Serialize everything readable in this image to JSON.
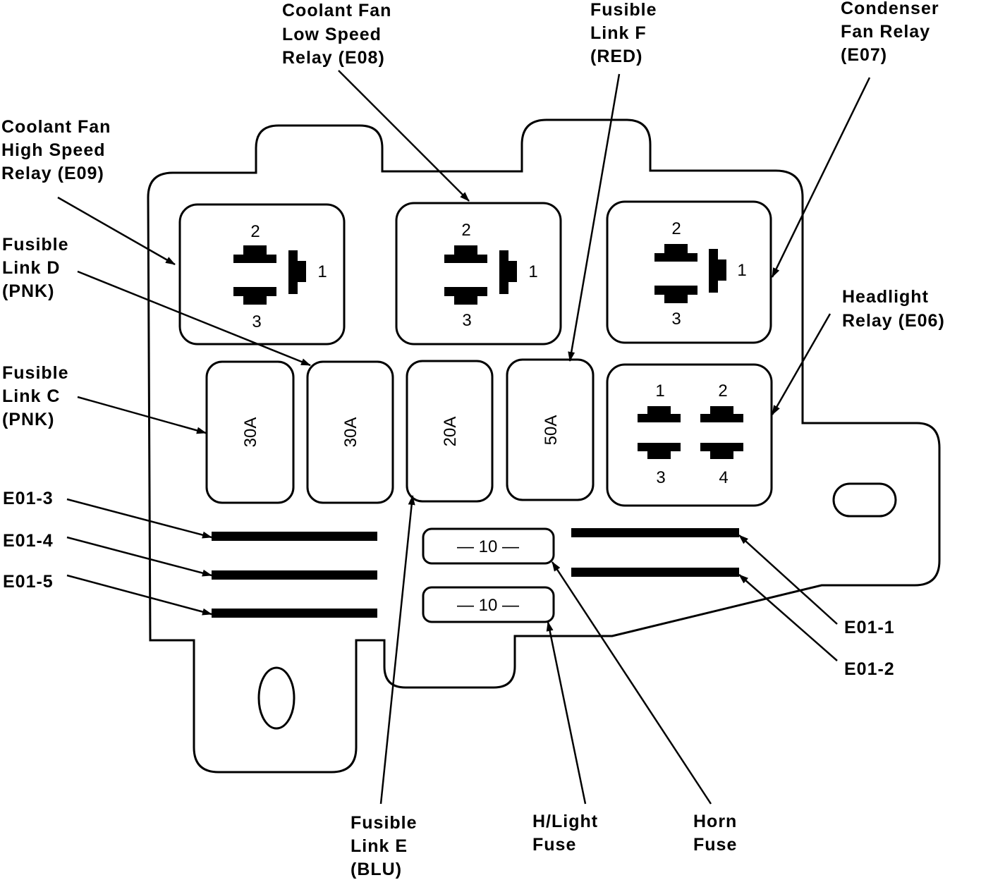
{
  "callouts": {
    "coolant_fan_low": [
      "Coolant Fan",
      "Low Speed",
      "Relay (E08)"
    ],
    "fusible_link_f": [
      "Fusible",
      "Link F",
      "(RED)"
    ],
    "condenser_fan_relay": [
      "Condenser",
      "Fan Relay",
      "(E07)"
    ],
    "coolant_fan_high": [
      "Coolant Fan",
      "High Speed",
      "Relay (E09)"
    ],
    "fusible_link_d": [
      "Fusible",
      "Link D",
      "(PNK)"
    ],
    "fusible_link_c": [
      "Fusible",
      "Link C",
      "(PNK)"
    ],
    "headlight_relay": [
      "Headlight",
      "Relay (E06)"
    ],
    "e01_3": "E01-3",
    "e01_4": "E01-4",
    "e01_5": "E01-5",
    "e01_1": "E01-1",
    "e01_2": "E01-2",
    "fusible_link_e": [
      "Fusible",
      "Link E",
      "(BLU)"
    ],
    "hlight_fuse": [
      "H/Light",
      "Fuse"
    ],
    "horn_fuse": [
      "Horn",
      "Fuse"
    ]
  },
  "relays": {
    "e09": {
      "pin_top": "2",
      "pin_side": "1",
      "pin_bottom": "3"
    },
    "e08": {
      "pin_top": "2",
      "pin_side": "1",
      "pin_bottom": "3"
    },
    "e07": {
      "pin_top": "2",
      "pin_side": "1",
      "pin_bottom": "3"
    },
    "e06": {
      "pins": [
        "1",
        "2",
        "3",
        "4"
      ]
    }
  },
  "fusible_links": {
    "c": "30A",
    "d": "30A",
    "e": "20A",
    "f": "50A"
  },
  "fuses": {
    "horn": "— 10 —",
    "hlight": "— 10 —"
  }
}
